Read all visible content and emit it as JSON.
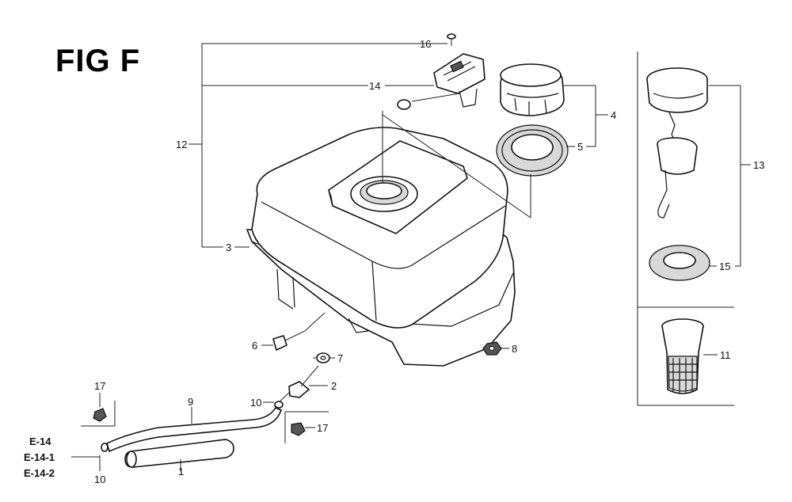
{
  "figure": {
    "title": "FIG F"
  },
  "callouts": {
    "p1": "1",
    "p2": "2",
    "p3": "3",
    "p4": "4",
    "p5": "5",
    "p6": "6",
    "p7": "7",
    "p8": "8",
    "p9": "9",
    "p10a": "10",
    "p10b": "10",
    "p11": "11",
    "p12": "12",
    "p13": "13",
    "p14": "14",
    "p15": "15",
    "p16": "16",
    "p17a": "17",
    "p17b": "17"
  },
  "references": [
    "E-14",
    "E-14-1",
    "E-14-2"
  ]
}
